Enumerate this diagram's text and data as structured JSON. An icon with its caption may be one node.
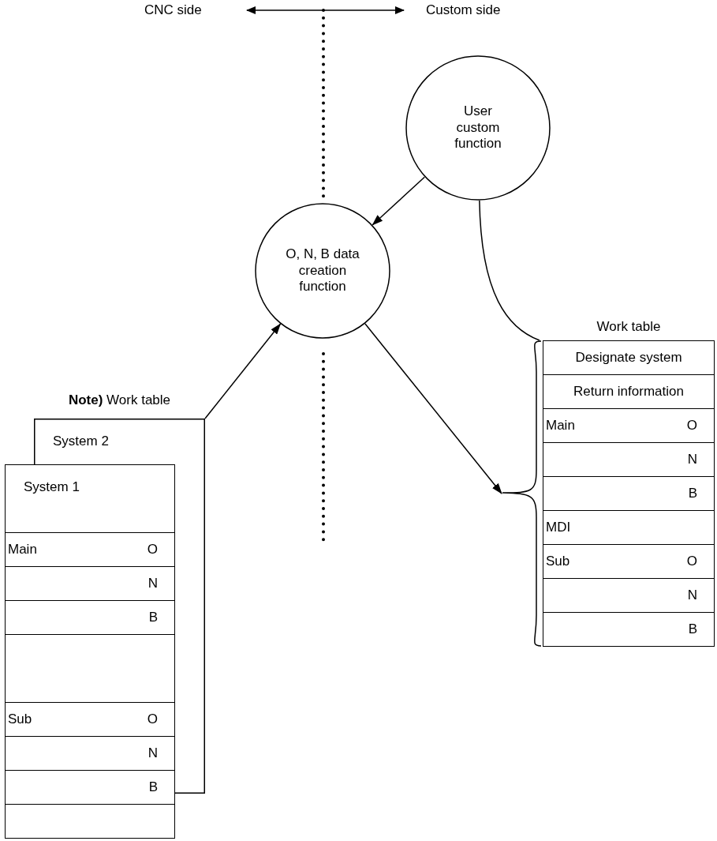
{
  "diagram": {
    "nodes": [
      {
        "text": [
          "User custom function"
        ]
      },
      {
        "text": [
          "O, N, B data creation function"
        ]
      },
      {
        "text": [
          "**Note)** Work table",
          "System 2"
        ]
      },
      {
        "text": [
          "System 1",
          "Main",
          "O",
          "N",
          "B",
          "Sub",
          "O",
          "N",
          "B"
        ]
      },
      {
        "text": [
          "Work table",
          "Designate system",
          "Return information",
          "Main",
          "O",
          "N",
          "B",
          "MDI",
          "Sub",
          "O",
          "N",
          "B"
        ]
      }
    ],
    "edges": [
      {
        "from": 0,
        "to": 1,
        "arrow": "to"
      },
      {
        "from": 0,
        "to": 4,
        "arrow": "none"
      },
      {
        "from": 1,
        "to": 4,
        "arrow": "to"
      },
      {
        "from": 2,
        "to": 1,
        "arrow": "to"
      }
    ],
    "labels": [
      "CNC side",
      "Custom side"
    ]
  }
}
